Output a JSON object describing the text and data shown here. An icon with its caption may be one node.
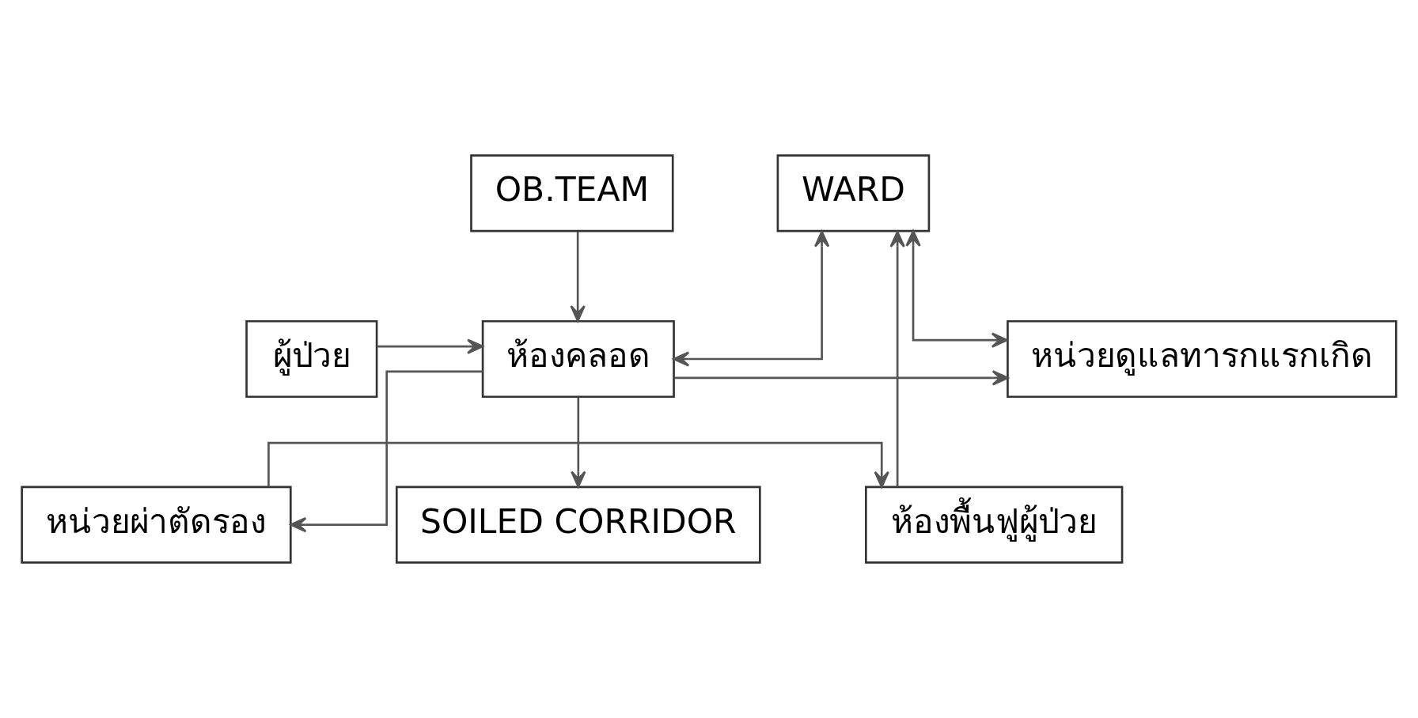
{
  "diagram": {
    "nodes": [
      {
        "text": [
          "WARD"
        ]
      },
      {
        "text": [
          "OB.TEAM"
        ]
      },
      {
        "text": [
          "ผู้ป่วย"
        ]
      },
      {
        "text": [
          "ห้องคลอด"
        ]
      },
      {
        "text": [
          "หน่วยดูแลทารกแรกเกิด"
        ]
      },
      {
        "text": [
          "ห้องพื้นฟูผู้ป่วย"
        ]
      },
      {
        "text": [
          "หน่วยผ่าตัดรอง"
        ]
      },
      {
        "text": [
          "SOILED CORRIDOR"
        ]
      }
    ],
    "edges": [
      {
        "from": 5,
        "to": 0,
        "arrow": "to"
      },
      {
        "from": 1,
        "to": 3,
        "arrow": "to"
      },
      {
        "from": 0,
        "to": 3,
        "arrow": "both"
      },
      {
        "from": 0,
        "to": 4,
        "arrow": "both"
      },
      {
        "from": 2,
        "to": 3,
        "arrow": "to"
      },
      {
        "from": 3,
        "to": 4,
        "arrow": "to"
      },
      {
        "from": 3,
        "to": 6,
        "arrow": "to"
      },
      {
        "from": 3,
        "to": 7,
        "arrow": "to"
      },
      {
        "from": 6,
        "to": 5,
        "arrow": "to"
      }
    ]
  }
}
